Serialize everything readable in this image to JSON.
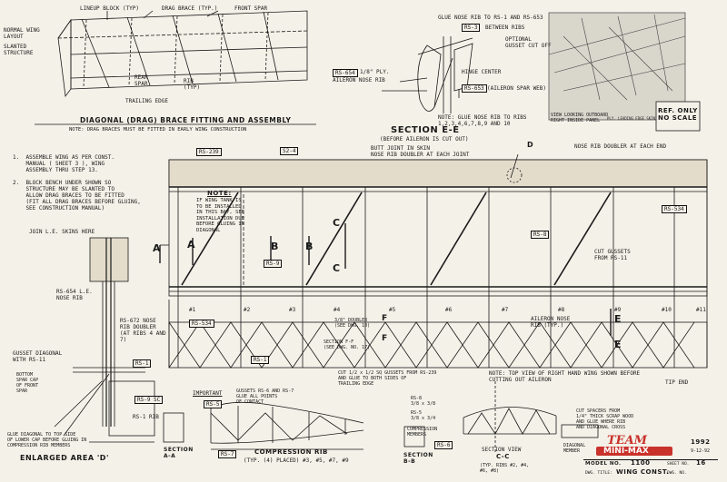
{
  "sheet": {
    "year": "1992",
    "date": "9-12-92",
    "model_label": "MODEL NO.",
    "model_no": "1100",
    "sheet_label": "SHEET NO.",
    "sheet_no": "16",
    "title_label": "DWG. TITLE:",
    "title": "WING CONST.",
    "drawn_label": "DWG. NO.",
    "ref_note": "REF. ONLY\nNO SCALE"
  },
  "logo": {
    "team": "TEAM",
    "mini_max": "MINI-MAX"
  },
  "top_left": {
    "lineup_block": "LINEUP BLOCK (TYP)",
    "drag_brace": "DRAG BRACE (TYP.)",
    "front_spar": "FRONT SPAR",
    "normal_wing": "NORMAL WING\nLAYOUT",
    "slanted": "SLANTED\nSTRUCTURE",
    "rear_spar": "REAR\nSPAR",
    "rib": "RIB\n(TYP)",
    "trailing_edge": "TRAILING EDGE"
  },
  "diag_title": "DIAGONAL (DRAG) BRACE FITTING AND ASSEMBLY",
  "diag_note": "NOTE: DRAG BRACES MUST BE FITTED IN EARLY WING CONSTRUCTION",
  "section_ee": {
    "title": "SECTION E-E",
    "sub": "(BEFORE AILERON IS CUT OUT)",
    "glue_nose": "GLUE NOSE RIB TO RS-1 AND RS-653",
    "rs3": "RS-3",
    "between": "BETWEEN RIBS",
    "optional": "OPTIONAL\nGUSSET CUT OFF",
    "hinge": "HINGE CENTER",
    "rs654": "RS-654",
    "ply": "1/8\" PLY.",
    "aileron_nose": "AILERON NOSE RIB",
    "rs653": "RS-653",
    "aileron_spar": "(AILERON SPAR WEB)",
    "note": "NOTE: GLUE NOSE RIB TO RIBS\n1,2,3,4,6,7,8,9 AND 10"
  },
  "photo_caption": "VIEW LOOKING OUTBOARD\nRIGHT INSIDE PANEL",
  "photo_caption2": "PLY. LEADING EDGE SKIN",
  "steps": {
    "s1": "1.  ASSEMBLE WING AS PER CONST.\n    MANUAL ( SHEET 3 ), WING\n    ASSEMBLY THRU STEP 13.",
    "s2": "2.  BLOCK BENCH UNDER SHOWN SO\n    STRUCTURE MAY BE SLANTED TO\n    ALLOW DRAG BRACES TO BE FITTED\n    (FIT ALL DRAG BRACES BEFORE GLUING,\n    SEE CONSTRUCTION MANUAL)"
  },
  "plan": {
    "rs239": "RS-239",
    "s24": "S2-4",
    "butt_joint": "BUTT JOINT IN SKIN\nNOSE RIB DOUBLER AT EACH JOINT",
    "d_label": "D",
    "nose_doubler": "NOSE RIB DOUBLER AT EACH END",
    "rs534": "RS-534",
    "note_title": "NOTE:",
    "note_body": "IF WING TANK IS\nTO BE INSTALLED\nIN THIS BAY, SEE\nINSTALLATION DUE\nBEFORE GLUING IN\nDIAGONAL",
    "rs9": "RS-9",
    "rs8": "RS-8",
    "cut_gussets": "CUT GUSSETS\nFROM RS-11",
    "a": "A",
    "b": "B",
    "c": "C",
    "e": "E",
    "f": "F",
    "rs534b": "RS-534",
    "rib_numbers": [
      "#1",
      "#2",
      "#3",
      "#4",
      "#5",
      "#6",
      "#7",
      "#8",
      "#9",
      "#10",
      "#11"
    ],
    "doubler": "3/8\" DOUBLER\n(SEE DWG. 10)",
    "section_ff": "SECTION F-F\n(SEE DWG. NO. 17)",
    "aileron_nose_rib": "AILERON NOSE\nRIB (TYP.)",
    "rs1": "RS-1",
    "cut_strips": "CUT 1/2 x 1/2 SQ GUSSETS FROM RS-239\nAND GLUE TO BOTH SIDES OF\nTRAILING EDGE",
    "note_top": "NOTE: TOP VIEW OF RIGHT HAND WING SHOWN BEFORE\nCUTTING OUT AILERON",
    "tip_end": "TIP END"
  },
  "left_detail": {
    "join_le": "JOIN L.E. SKINS HERE",
    "rs654": "RS-654 L.E.\nNOSE RIB",
    "rs672": "RS-672 NOSE\nRIB DOUBLER\n(AT RIBS 4 AND\n7)",
    "gusset_diag": "GUSSET DIAGONAL\nWITH RS-11",
    "rs1": "RS-1",
    "bottom_spar": "BOTTOM\nSPAR CAP\nOF FRONT\nSPAR",
    "rs9": "RS-9 SC",
    "rs1rib": "RS-1 RIB",
    "glue_diag": "GLUE DIAGONAL TO TOP SIDE\nOF LOWER CAP BEFORE GLUING IN\nCOMPRESSION RIB MEMBERS",
    "enlarged": "ENLARGED AREA 'D'"
  },
  "bottom": {
    "important": "IMPORTANT",
    "rs5": "RS-5",
    "gussets_note": "GUSSETS RS-6 AND RS-7\nGLUE ALL POINTS\nOF CONTACT",
    "rs7": "RS-7",
    "comp_rib": "COMPRESSION RIB",
    "comp_rib_sub": "(TYP. (4) PLACED) #3, #5, #7, #9",
    "section_aa": "SECTION\nA-A",
    "section_bb": "SECTION\nB-B",
    "rs_top": "RS-8\n3/8 x 3/8",
    "rs_mid": "RS-5\n3/8 x 3/4",
    "comp_members": "COMPRESSION\nMEMBERS",
    "rs6": "RS-6",
    "section_view": "SECTION VIEW",
    "section_cc": "C-C",
    "cc_sub": "(TYP. RIBS #2, #4,\n#6, #8)",
    "diag_member": "DIAGONAL\nMEMBER",
    "cut_spacers": "CUT SPACERS FROM\n1/4\" THICK SCRAP WOOD\nAND GLUE WHERE RIB\nAND DIAGONAL CROSS"
  }
}
